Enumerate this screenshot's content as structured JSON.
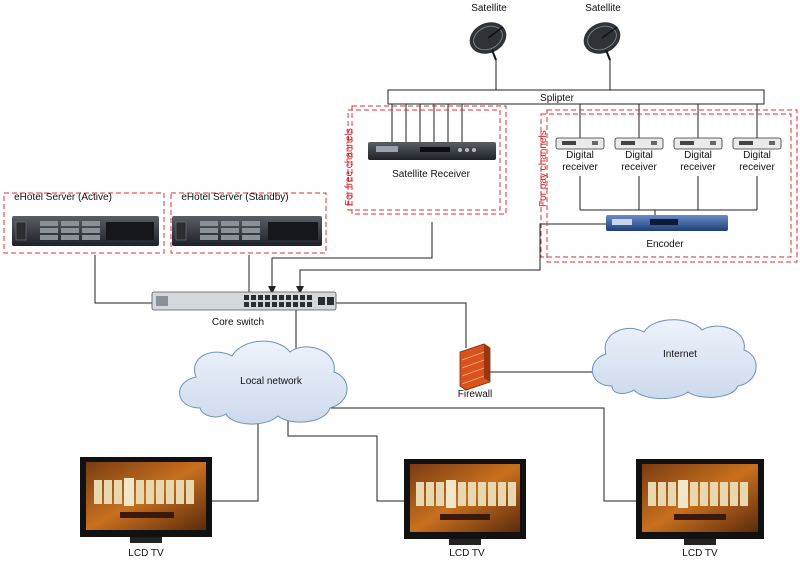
{
  "nodes": {
    "satellite_1": "Satellite",
    "satellite_2": "Satellite",
    "splitter": "Splipter",
    "satellite_receiver": "Satellite Receiver",
    "digital_receiver": [
      "Digital receiver",
      "Digital receiver",
      "Digital receiver",
      "Digital receiver"
    ],
    "encoder": "Encoder",
    "server_active": "eHotel Server (Active)",
    "server_standby": "eHotel Server (Standby)",
    "core_switch": "Core switch",
    "local_network": "Local network",
    "firewall": "Firewall",
    "internet": "Internet",
    "lcd_tv": [
      "LCD TV",
      "LCD TV",
      "LCD TV"
    ]
  },
  "groups": {
    "free_channels": "For free channels",
    "pay_channels": "For pay channels"
  },
  "colors": {
    "group_border": "#e03030",
    "group_label": "#e02020",
    "line": "#222222",
    "cloud_fill": "#dde6f3",
    "firewall": "#d9531e"
  }
}
